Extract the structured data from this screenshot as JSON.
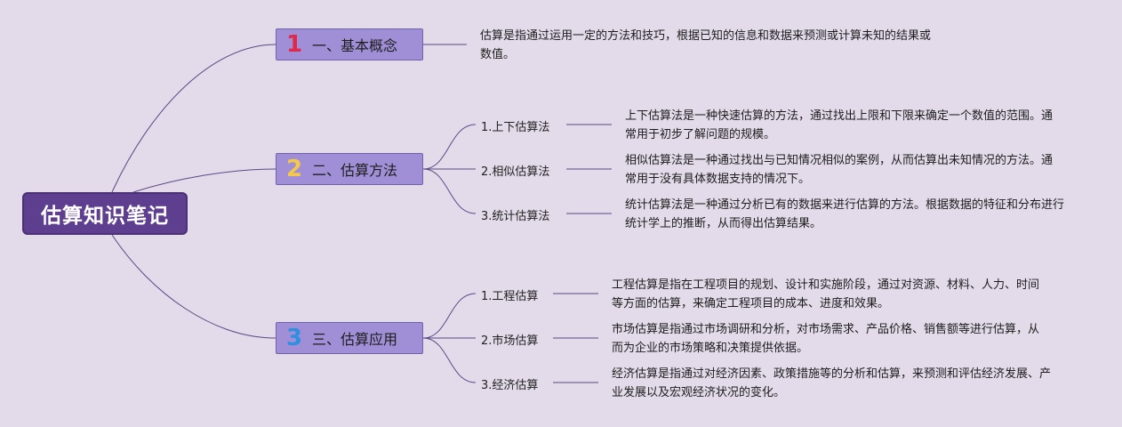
{
  "root": {
    "title": "估算知识笔记"
  },
  "branches": [
    {
      "number": "1",
      "label": "一、基本概念",
      "description": "估算是指通过运用一定的方法和技巧，根据已知的信息和数据来预测或计算未知的结果或数值。"
    },
    {
      "number": "2",
      "label": "二、估算方法",
      "children": [
        {
          "label": "1.上下估算法",
          "description": "上下估算法是一种快速估算的方法，通过找出上限和下限来确定一个数值的范围。通常用于初步了解问题的规模。"
        },
        {
          "label": "2.相似估算法",
          "description": "相似估算法是一种通过找出与已知情况相似的案例，从而估算出未知情况的方法。通常用于没有具体数据支持的情况下。"
        },
        {
          "label": "3.统计估算法",
          "description": "统计估算法是一种通过分析已有的数据来进行估算的方法。根据数据的特征和分布进行统计学上的推断，从而得出估算结果。"
        }
      ]
    },
    {
      "number": "3",
      "label": "三、估算应用",
      "children": [
        {
          "label": "1.工程估算",
          "description": "工程估算是指在工程项目的规划、设计和实施阶段，通过对资源、材料、人力、时间等方面的估算，来确定工程项目的成本、进度和效果。"
        },
        {
          "label": "2.市场估算",
          "description": "市场估算是指通过市场调研和分析，对市场需求、产品价格、销售额等进行估算，从而为企业的市场策略和决策提供依据。"
        },
        {
          "label": "3.经济估算",
          "description": "经济估算是指通过对经济因素、政策措施等的分析和估算，来预测和评估经济发展、产业发展以及宏观经济状况的变化。"
        }
      ]
    }
  ],
  "colors": {
    "background": "#e3daea",
    "root_fill": "#5e3f8f",
    "branch_fill": "#a08fd6",
    "line": "#5a4a86",
    "number_1": "#e0284a",
    "number_2": "#f4c84a",
    "number_3": "#2f8fe0"
  }
}
